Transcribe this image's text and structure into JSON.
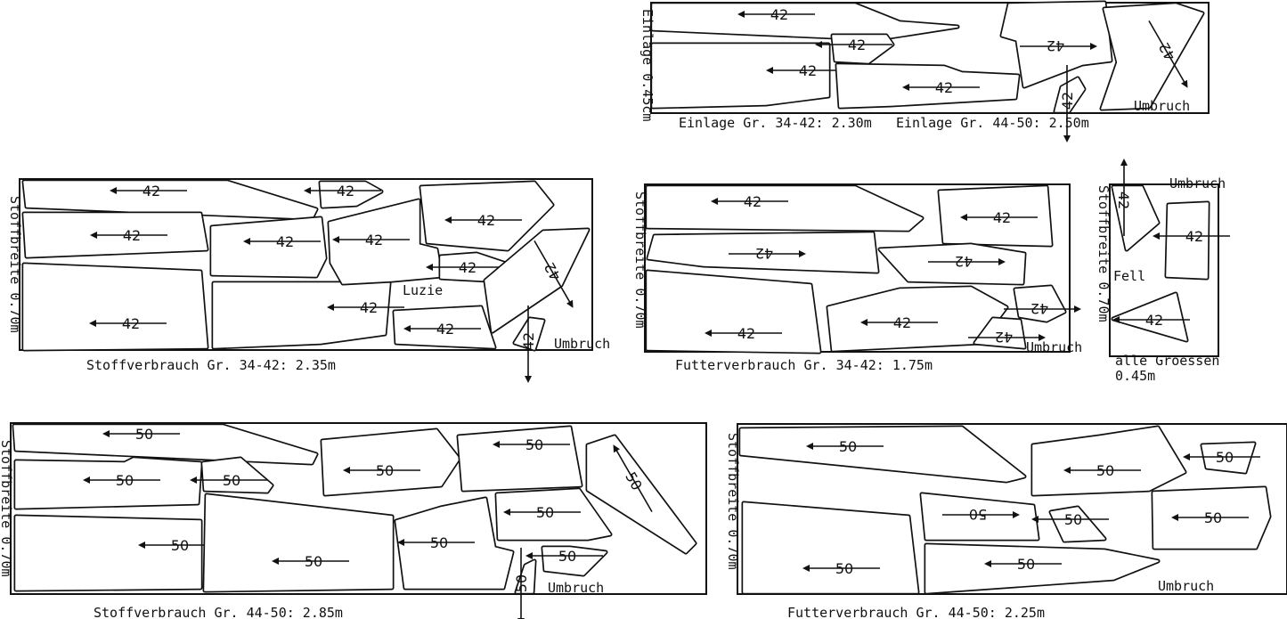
{
  "panels": [
    {
      "id": "einlage",
      "side_label": "Einlage 0.45cm",
      "captions": [
        "Einlage Gr. 34-42: 2.30m",
        "Einlage Gr. 44-50: 2.50m"
      ],
      "notes": [
        "Umbruch"
      ],
      "piece_labels": [
        "42",
        "42",
        "42",
        "42",
        "42",
        "42",
        "42"
      ]
    },
    {
      "id": "stoff-34-42",
      "side_label": "Stoffbreite 0.70m",
      "captions": [
        "Stoffverbrauch Gr. 34-42: 2.35m"
      ],
      "notes": [
        "Luzie",
        "Umbruch"
      ],
      "piece_labels": [
        "42",
        "42",
        "42",
        "42",
        "42",
        "42",
        "42",
        "42",
        "42",
        "42",
        "42",
        "42"
      ]
    },
    {
      "id": "futter-34-42",
      "side_label": "Stoffbreite 0.70m",
      "captions": [
        "Futterverbrauch Gr. 34-42: 1.75m"
      ],
      "notes": [
        "Umbruch"
      ],
      "piece_labels": [
        "42",
        "42",
        "42",
        "42",
        "42",
        "42",
        "42",
        "42"
      ]
    },
    {
      "id": "fell",
      "side_label": "Stoffbreite 0.70m",
      "captions": [
        "alle Groessen",
        "0.45m"
      ],
      "notes": [
        "Umbruch",
        "Fell"
      ],
      "piece_labels": [
        "42",
        "42",
        "42"
      ]
    },
    {
      "id": "stoff-44-50",
      "side_label": "Stoffbreite 0.70m",
      "captions": [
        "Stoffverbrauch Gr. 44-50: 2.85m"
      ],
      "notes": [
        "Umbruch"
      ],
      "piece_labels": [
        "50",
        "50",
        "50",
        "50",
        "50",
        "50",
        "50",
        "50",
        "50",
        "50",
        "50",
        "50"
      ]
    },
    {
      "id": "futter-44-50",
      "side_label": "Stoffbreite 0.70m",
      "captions": [
        "Futterverbrauch Gr. 44-50: 2.25m"
      ],
      "notes": [
        "Umbruch"
      ],
      "piece_labels": [
        "50",
        "50",
        "50",
        "50",
        "50",
        "50",
        "50",
        "50"
      ]
    }
  ]
}
